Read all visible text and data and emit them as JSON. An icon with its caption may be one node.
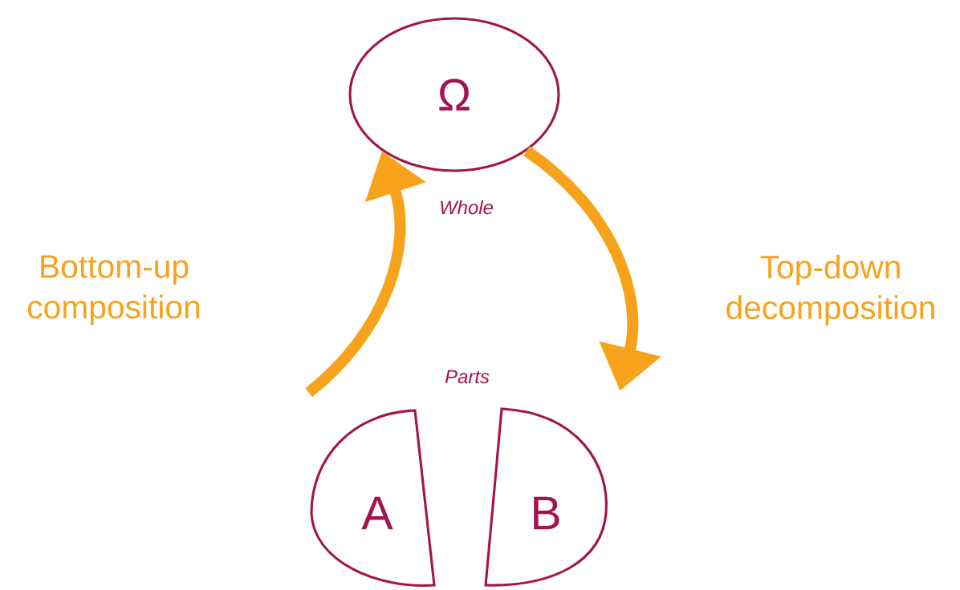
{
  "diagram": {
    "nodes": [
      {
        "text": [
          "Ω"
        ],
        "beside": [
          "Whole"
        ]
      },
      {
        "text": [
          "A"
        ]
      },
      {
        "text": [
          "B"
        ]
      }
    ],
    "edges": [
      {
        "from": 1,
        "to": 0,
        "arrow": "to",
        "label": "Bottom-up composition"
      },
      {
        "from": 0,
        "to": 2,
        "arrow": "to",
        "label": "Top-down decomposition"
      }
    ],
    "labels": [
      "Parts"
    ]
  }
}
